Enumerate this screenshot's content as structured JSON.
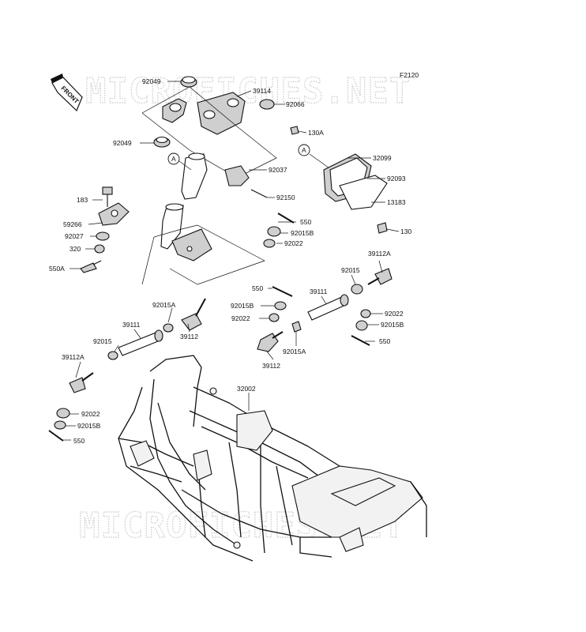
{
  "figure_code": "F2120",
  "watermark": "MICROFICHES.NET",
  "front_label": "FRONT",
  "ref_marker": "A",
  "callouts": {
    "c92049_top": "92049",
    "c39114": "39114",
    "c92066": "92066",
    "c92049_low": "92049",
    "c130A": "130A",
    "c32099": "32099",
    "c92037": "92037",
    "c92093": "92093",
    "c183": "183",
    "c92150": "92150",
    "c13183": "13183",
    "c59266": "59266",
    "c550_a": "550",
    "c92027": "92027",
    "c92015B_a": "92015B",
    "c130": "130",
    "c320": "320",
    "c92022_a": "92022",
    "c550A": "550A",
    "c39112A_r": "39112A",
    "c92015_r": "92015",
    "c550_b": "550",
    "c39111_r": "39111",
    "c92015A_l": "92015A",
    "c92015B_b": "92015B",
    "c92022_r": "92022",
    "c92022_b": "92022",
    "c92015B_r": "92015B",
    "c39111_l": "39111",
    "c39112_l": "39112",
    "c550_r": "550",
    "c92015_l": "92015",
    "c92015A_r": "92015A",
    "c39112A_l": "39112A",
    "c39112_r": "39112",
    "c32002": "32002",
    "c92022_l": "92022",
    "c92015B_l": "92015B",
    "c550_l": "550"
  }
}
